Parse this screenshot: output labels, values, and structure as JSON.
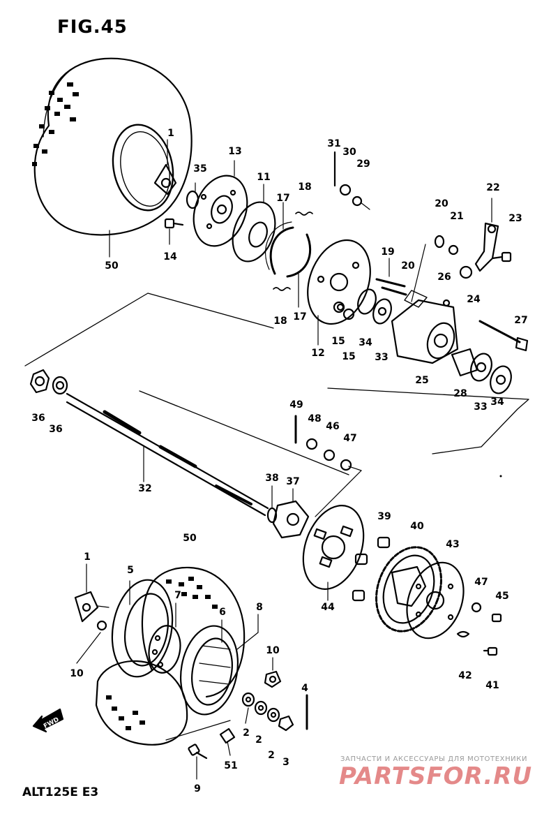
{
  "figure": {
    "title": "FIG.45",
    "model": "ALT125E  E3"
  },
  "watermark": {
    "text": "ЗАПЧАСТИ И АКСЕССУАРЫ ДЛЯ МОТОТЕХНИКИ",
    "logo": "PARTSFOR.RU",
    "logo_color": "#ce2828"
  },
  "fwd_label": "FWD",
  "callouts": {
    "c_1_top": "1",
    "c_35": "35",
    "c_13": "13",
    "c_11": "11",
    "c_17a": "17",
    "c_18a": "18",
    "c_31": "31",
    "c_30": "30",
    "c_29": "29",
    "c_22": "22",
    "c_20a": "20",
    "c_21": "21",
    "c_23": "23",
    "c_50_top": "50",
    "c_14": "14",
    "c_19": "19",
    "c_20b": "20",
    "c_26": "26",
    "c_24": "24",
    "c_18b": "18",
    "c_17b": "17",
    "c_12": "12",
    "c_15a": "15",
    "c_15b": "15",
    "c_34a": "34",
    "c_33a": "33",
    "c_27": "27",
    "c_25": "25",
    "c_28": "28",
    "c_33b": "33",
    "c_34b": "34",
    "c_36a": "36",
    "c_36b": "36",
    "c_49": "49",
    "c_48": "48",
    "c_46": "46",
    "c_47a": "47",
    "c_32": "32",
    "c_38": "38",
    "c_37": "37",
    "c_39": "39",
    "c_40": "40",
    "c_43": "43",
    "c_50_bot": "50",
    "c_1_bot": "1",
    "c_5": "5",
    "c_7": "7",
    "c_6": "6",
    "c_8": "8",
    "c_44": "44",
    "c_47b": "47",
    "c_45": "45",
    "c_10a": "10",
    "c_10b": "10",
    "c_42": "42",
    "c_41": "41",
    "c_4": "4",
    "c_2a": "2",
    "c_2b": "2",
    "c_2c": "2",
    "c_3": "3",
    "c_51": "51",
    "c_9": "9"
  }
}
